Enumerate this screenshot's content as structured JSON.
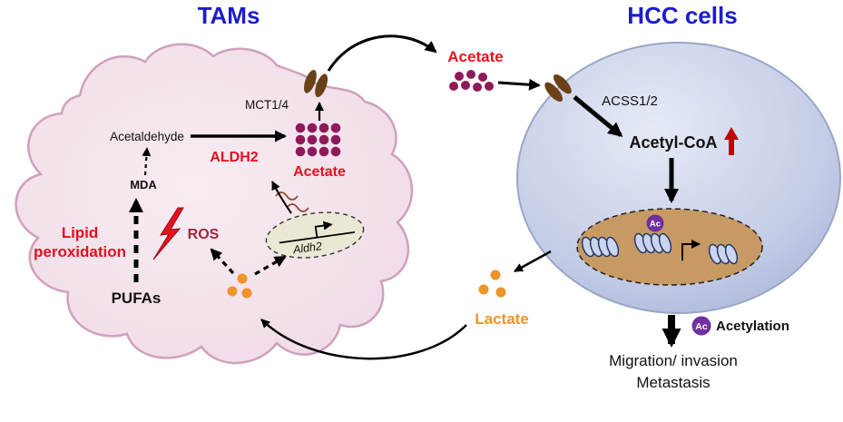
{
  "figure": {
    "left_title": "TAMs",
    "right_title": "HCC cells"
  },
  "tam": {
    "acetaldehyde_label": "Acetaldehyde",
    "aldh2_enzyme_label": "ALDH2",
    "mct_label": "MCT1/4",
    "acetate_label": "Acetate",
    "mda_label": "MDA",
    "ros_label": "ROS",
    "lipid_peroxidation_line1": "Lipid",
    "lipid_peroxidation_line2": "peroxidation",
    "pufas_label": "PUFAs",
    "aldh2_gene_label": "Aldh2"
  },
  "intercellular": {
    "acetate_label": "Acetate",
    "lactate_label": "Lactate"
  },
  "hcc": {
    "acss_label": "ACSS1/2",
    "acetyl_coa_label": "Acetyl-CoA",
    "ac_badge": "Ac",
    "outcome_line1": "Migration/ invasion",
    "outcome_line2": "Metastasis"
  },
  "legend": {
    "ac_badge": "Ac",
    "acetylation_label": "Acetylation"
  },
  "colors": {
    "title_blue": "#1c1ccc",
    "red": "#e8101c",
    "maroon": "#a1263c",
    "acetate_dot": "#8e1a5a",
    "orange": "#f0932a",
    "transporter_brown": "#6b4118",
    "purple": "#7030a0",
    "tam_stroke": "#cfa0bc",
    "hcc_stroke": "#9aa6c6",
    "nucleus_fill": "#c79a63",
    "red_up_arrow": "#c00000"
  }
}
